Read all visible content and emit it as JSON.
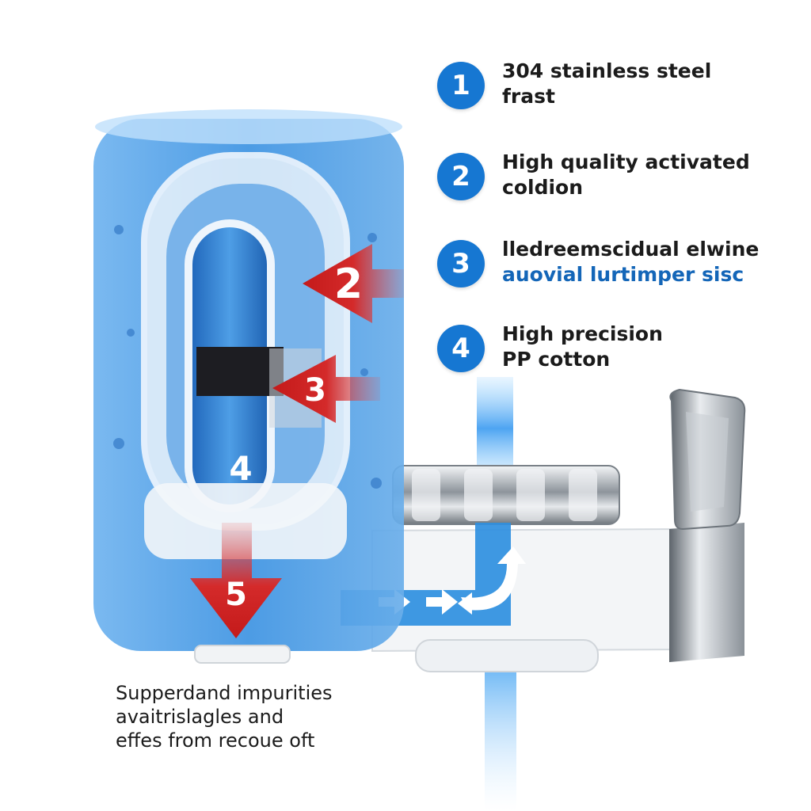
{
  "legend": [
    {
      "number": "1",
      "line1": "304 stainless steel",
      "line2": "frast"
    },
    {
      "number": "2",
      "line1": "High quality activated",
      "line2": "coldion"
    },
    {
      "number": "3",
      "line1": "lledreemscidual elwine",
      "line2": "auovial lurtimper sisc"
    },
    {
      "number": "4",
      "line1": "High precision",
      "line2": "PP cotton"
    }
  ],
  "diagram_labels": {
    "stage2": "2",
    "stage3": "3",
    "stage4": "4",
    "stage5": "5"
  },
  "caption": {
    "line1": "Supperdand impurities",
    "line2": "avaitrislagles and",
    "line3": "effes from recoue oft"
  },
  "colors": {
    "badge_blue": "#1677d2",
    "water_blue": "#2f8fe0",
    "arrow_red": "#d42a2a",
    "chrome": "#b9bec4"
  }
}
